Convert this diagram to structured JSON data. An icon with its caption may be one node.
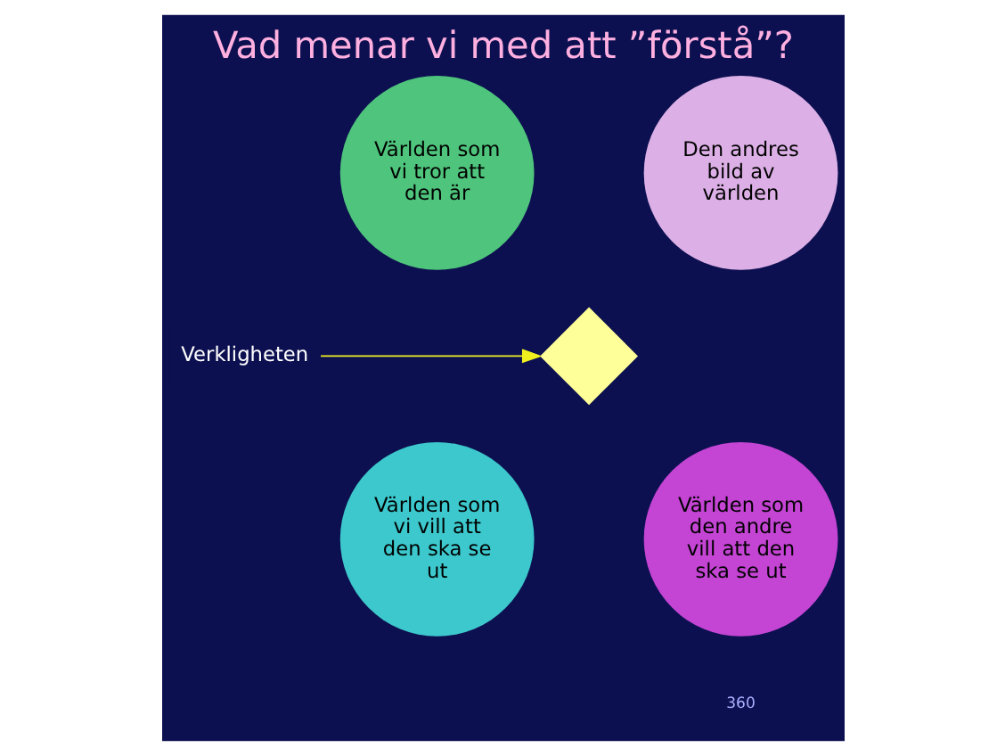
{
  "diagram": {
    "title": "Vad menar vi med att ”förstå”?",
    "nodes": [
      {
        "text": [
          "Världen som vi tror att den är"
        ]
      },
      {
        "text": [
          "Den andres bild av världen"
        ]
      },
      {
        "text": [],
        "shape": "diamond"
      },
      {
        "text": [
          "Världen som vi vill att den ska se ut"
        ]
      },
      {
        "text": [
          "Världen som den andre vill att den ska se ut"
        ]
      },
      {
        "text": [
          "Verkligheten"
        ]
      }
    ],
    "edges": [
      {
        "from": 5,
        "to": 2,
        "arrow": "to",
        "color": "#f0f020"
      }
    ],
    "labels": [
      "360"
    ]
  }
}
